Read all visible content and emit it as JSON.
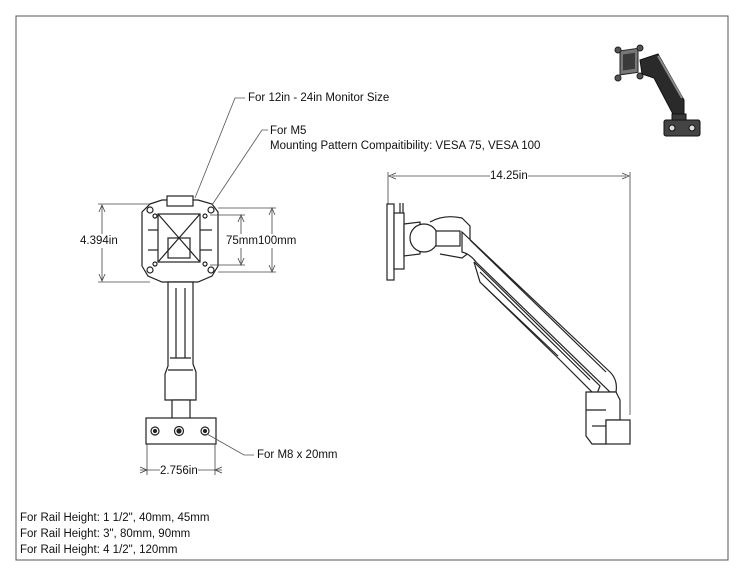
{
  "labels": {
    "monitor_size": "For 12in - 24in Monitor Size",
    "screw_m5": "For M5",
    "mounting_pattern": "Mounting Pattern Compaitibility: VESA 75, VESA 100",
    "bolt_m8": "For M8 x 20mm"
  },
  "dimensions": {
    "plate_height": "4.394in",
    "vesa_75": "75mm",
    "vesa_100": "100mm",
    "clamp_width": "2.756in",
    "arm_reach": "14.25in"
  },
  "rail_notes": [
    "For Rail Height: 1 1/2\", 40mm, 45mm",
    "For Rail Height: 3\", 80mm, 90mm",
    "For Rail Height: 4 1/2\", 120mm"
  ],
  "colors": {
    "line": "#222222",
    "leader": "#666666",
    "thumb_body": "#2a2a2a",
    "thumb_highlight": "#8a8a8a"
  }
}
